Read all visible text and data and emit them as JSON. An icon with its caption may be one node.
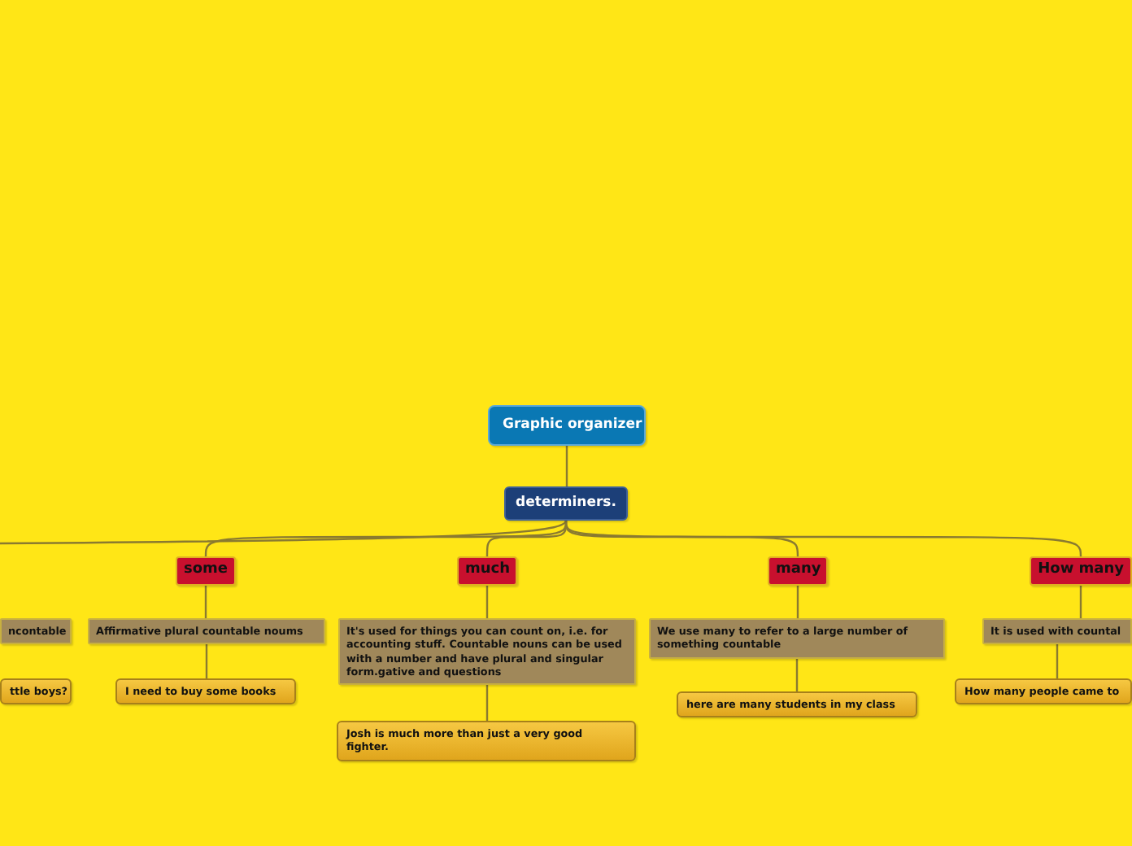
{
  "diagram": {
    "nodes": [
      {
        "text": [
          "Graphic organizer"
        ]
      },
      {
        "text": [
          "determiners."
        ]
      },
      {
        "text": [
          "ncontable"
        ]
      },
      {
        "text": [
          "ttle boys?"
        ]
      },
      {
        "text": [
          "some"
        ]
      },
      {
        "text": [
          "Affirmative plural countable noums"
        ]
      },
      {
        "text": [
          "I need to buy some books"
        ]
      },
      {
        "text": [
          "much"
        ]
      },
      {
        "text": [
          "It's used for things you can count on, i.e. for accounting stuff. Countable nouns can be used with a number and have plural and singular form.gative and questions"
        ]
      },
      {
        "text": [
          "Josh is much more than just a very good fighter."
        ]
      },
      {
        "text": [
          "many"
        ]
      },
      {
        "text": [
          "We use many to refer to a large number of something countable"
        ]
      },
      {
        "text": [
          "here are many students in my class"
        ]
      },
      {
        "text": [
          "How many"
        ]
      },
      {
        "text": [
          "It is used with countal"
        ]
      },
      {
        "text": [
          "How many people came to"
        ]
      }
    ],
    "edges": [
      {
        "from": 0,
        "to": 1,
        "arrow": "none"
      },
      {
        "from": 1,
        "to": null,
        "arrow": "none"
      },
      {
        "from": 1,
        "to": 4,
        "arrow": "none"
      },
      {
        "from": 1,
        "to": 7,
        "arrow": "none"
      },
      {
        "from": 1,
        "to": 10,
        "arrow": "none"
      },
      {
        "from": 1,
        "to": 13,
        "arrow": "none"
      },
      {
        "from": 4,
        "to": 5,
        "arrow": "none"
      },
      {
        "from": 5,
        "to": 6,
        "arrow": "none"
      },
      {
        "from": 7,
        "to": 8,
        "arrow": "none"
      },
      {
        "from": 8,
        "to": 9,
        "arrow": "none"
      },
      {
        "from": 10,
        "to": 11,
        "arrow": "none"
      },
      {
        "from": 11,
        "to": 12,
        "arrow": "none"
      },
      {
        "from": 13,
        "to": 14,
        "arrow": "none"
      },
      {
        "from": 14,
        "to": 15,
        "arrow": "none"
      }
    ]
  }
}
